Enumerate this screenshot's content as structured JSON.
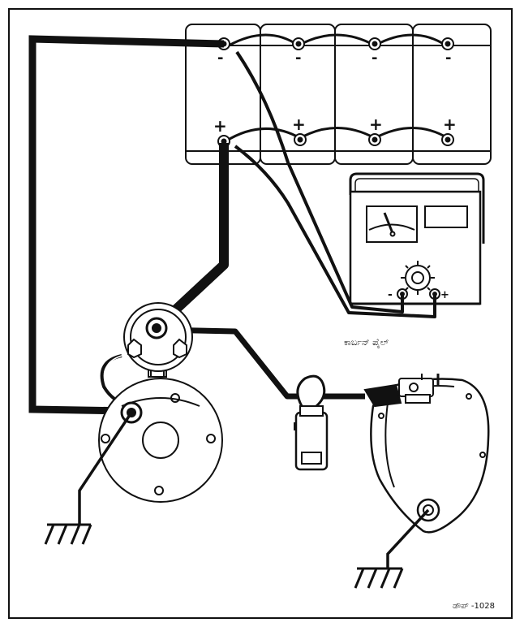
{
  "labels": {
    "carbon_pile": "ಕಾರ್ಬನ್ ಪೈಲ್",
    "figure_code": "ಡೌಪ್ -1028"
  },
  "battery": {
    "cell_count": 4,
    "negative_symbol": "-",
    "positive_symbol": "+"
  },
  "tester": {
    "negative_symbol": "-",
    "positive_symbol": "+"
  }
}
